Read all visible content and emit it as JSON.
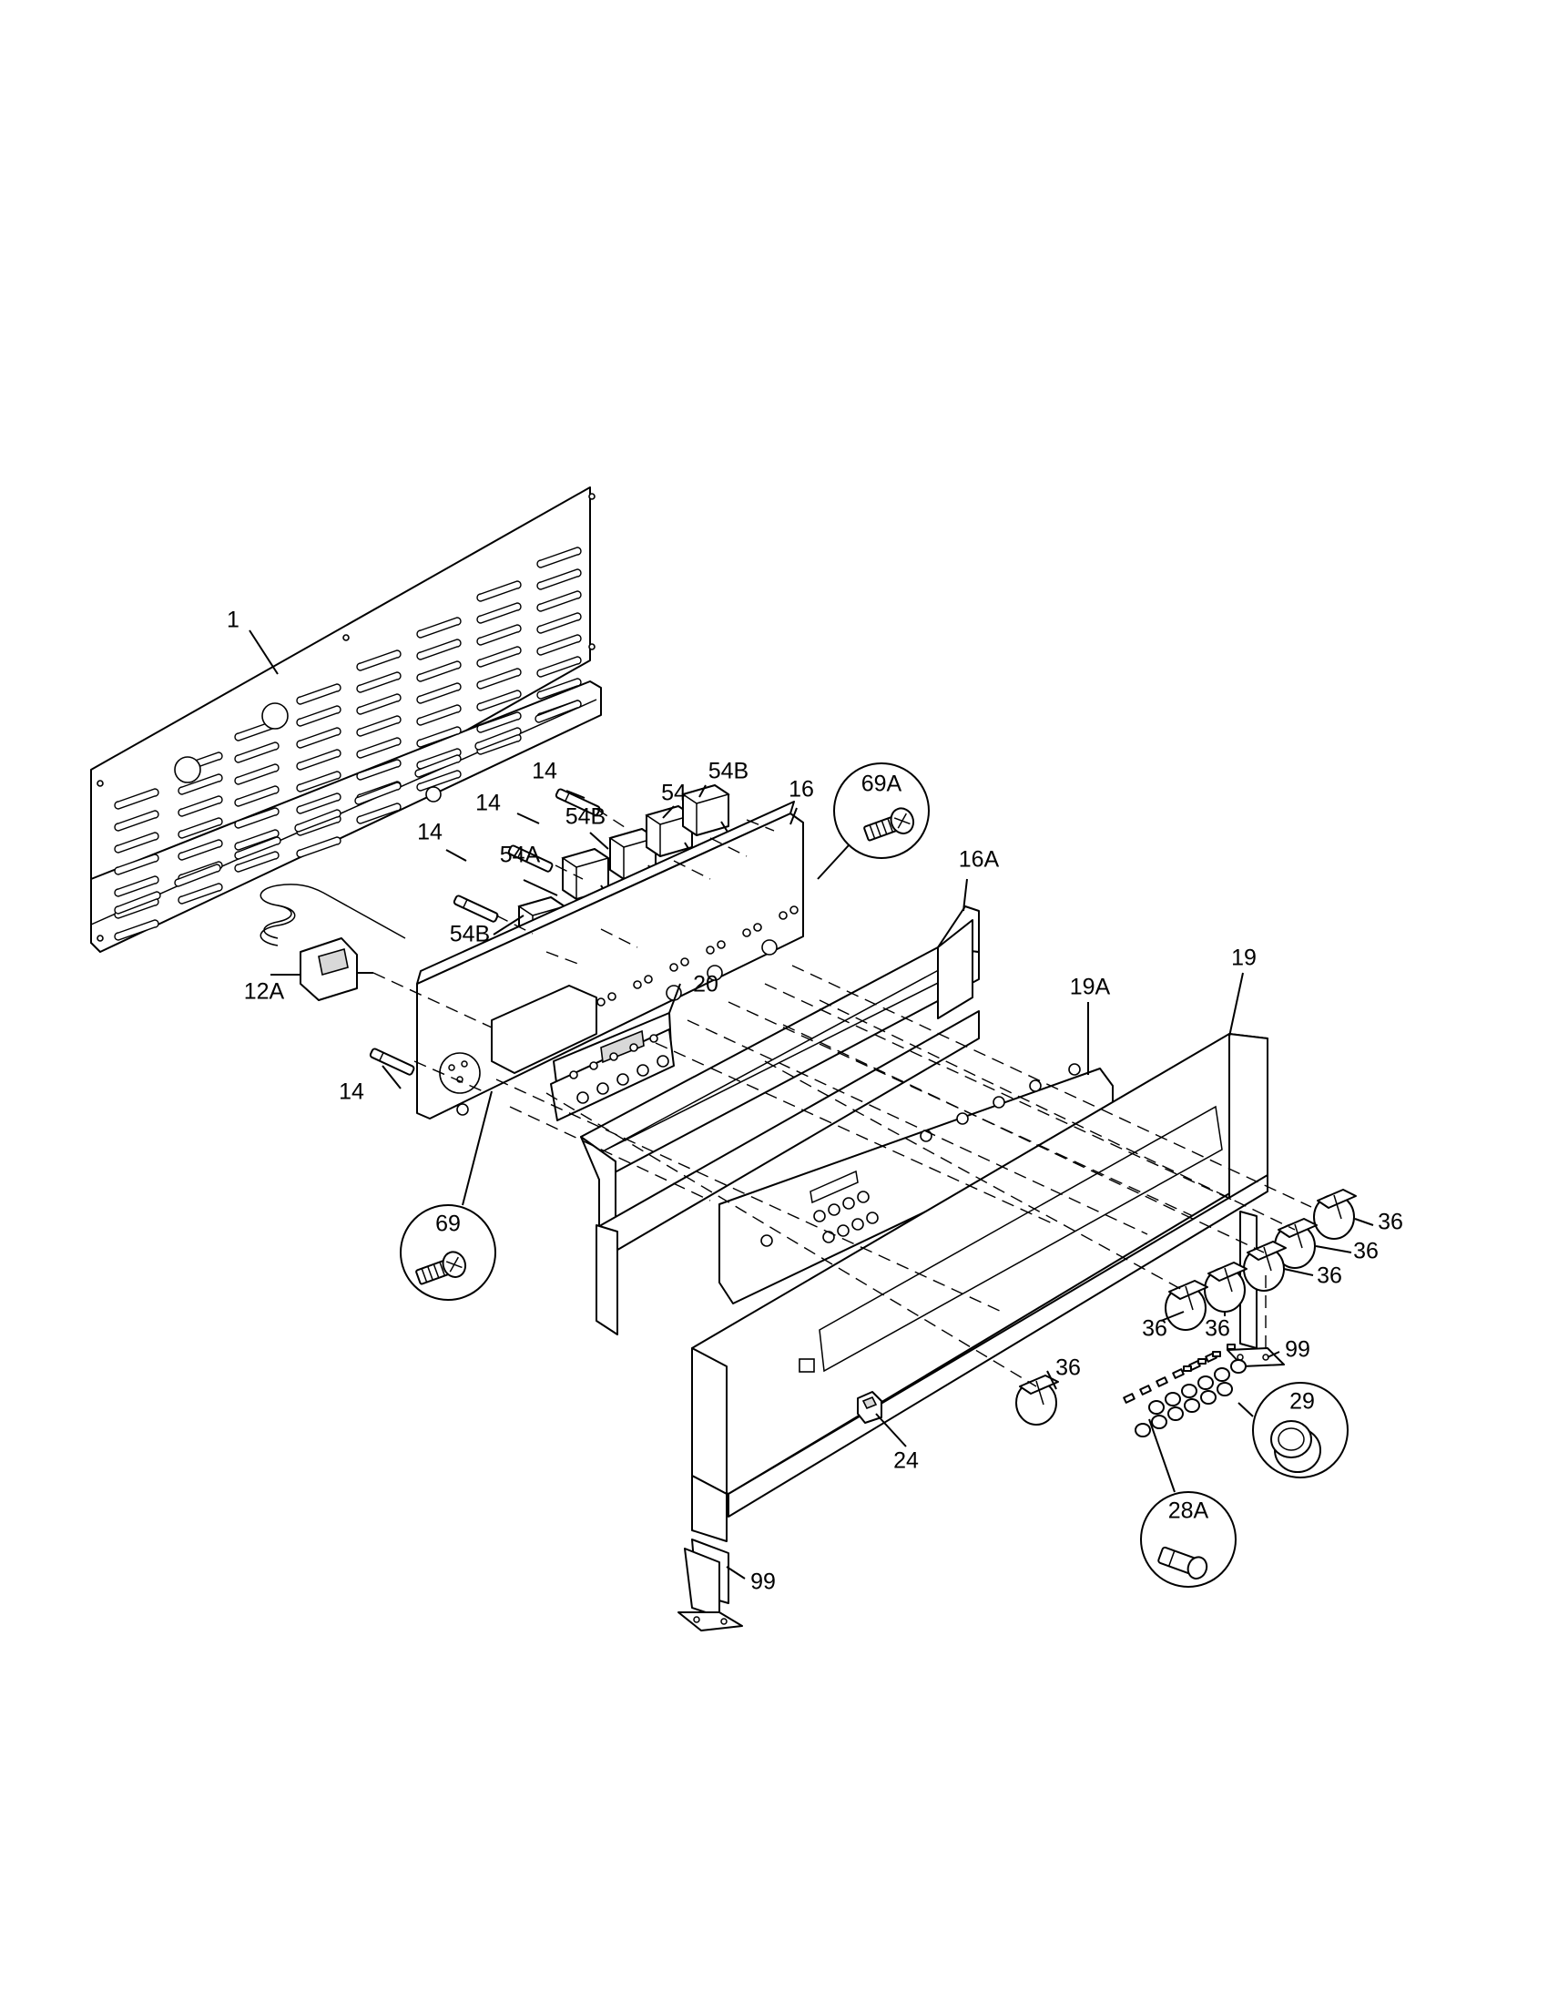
{
  "diagram": {
    "type": "exploded-parts-view",
    "callouts": [
      {
        "id": "c-1",
        "label": "1"
      },
      {
        "id": "c-12A",
        "label": "12A"
      },
      {
        "id": "c-14a",
        "label": "14"
      },
      {
        "id": "c-14b",
        "label": "14"
      },
      {
        "id": "c-14c",
        "label": "14"
      },
      {
        "id": "c-14d",
        "label": "14"
      },
      {
        "id": "c-16",
        "label": "16"
      },
      {
        "id": "c-16A",
        "label": "16A"
      },
      {
        "id": "c-19",
        "label": "19"
      },
      {
        "id": "c-19A",
        "label": "19A"
      },
      {
        "id": "c-20",
        "label": "20"
      },
      {
        "id": "c-24",
        "label": "24"
      },
      {
        "id": "c-28A",
        "label": "28A"
      },
      {
        "id": "c-29",
        "label": "29"
      },
      {
        "id": "c-36a",
        "label": "36"
      },
      {
        "id": "c-36b",
        "label": "36"
      },
      {
        "id": "c-36c",
        "label": "36"
      },
      {
        "id": "c-36d",
        "label": "36"
      },
      {
        "id": "c-36e",
        "label": "36"
      },
      {
        "id": "c-36f",
        "label": "36"
      },
      {
        "id": "c-54",
        "label": "54"
      },
      {
        "id": "c-54A",
        "label": "54A"
      },
      {
        "id": "c-54Ba",
        "label": "54B"
      },
      {
        "id": "c-54Bb",
        "label": "54B"
      },
      {
        "id": "c-54Bc",
        "label": "54B"
      },
      {
        "id": "c-69",
        "label": "69"
      },
      {
        "id": "c-69A",
        "label": "69A"
      },
      {
        "id": "c-99a",
        "label": "99"
      },
      {
        "id": "c-99b",
        "label": "99"
      }
    ]
  }
}
